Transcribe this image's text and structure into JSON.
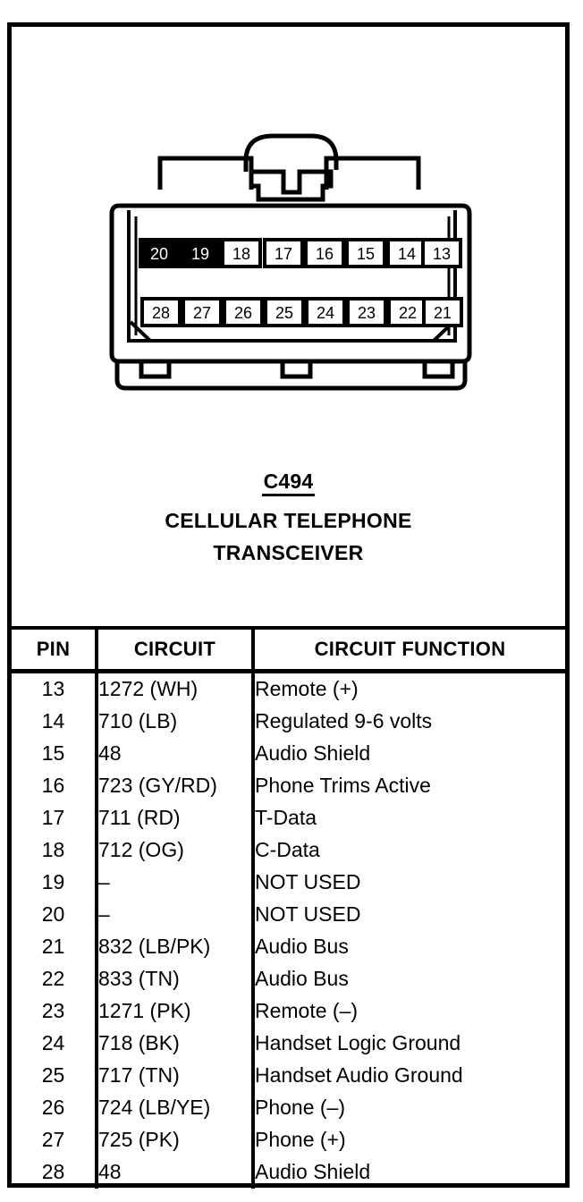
{
  "connector": {
    "name": "cellular-telephone-transceiver-connector",
    "id_label": "C494",
    "title_line1": "CELLULAR TELEPHONE",
    "title_line2": "TRANSCEIVER",
    "pins_top_row": [
      {
        "number": "20",
        "filled": true
      },
      {
        "number": "19",
        "filled": true
      },
      {
        "number": "18",
        "filled": false
      },
      {
        "number": "17",
        "filled": false
      },
      {
        "number": "16",
        "filled": false
      },
      {
        "number": "15",
        "filled": false
      },
      {
        "number": "14",
        "filled": false
      },
      {
        "number": "13",
        "filled": false
      }
    ],
    "pins_bottom_row": [
      {
        "number": "28",
        "filled": false
      },
      {
        "number": "27",
        "filled": false
      },
      {
        "number": "26",
        "filled": false
      },
      {
        "number": "25",
        "filled": false
      },
      {
        "number": "24",
        "filled": false
      },
      {
        "number": "23",
        "filled": false
      },
      {
        "number": "22",
        "filled": false
      },
      {
        "number": "21",
        "filled": false
      }
    ]
  },
  "table": {
    "headers": [
      "PIN",
      "CIRCUIT",
      "CIRCUIT FUNCTION"
    ],
    "rows": [
      {
        "pin": "13",
        "circuit": "1272 (WH)",
        "function": "Remote (+)"
      },
      {
        "pin": "14",
        "circuit": "710 (LB)",
        "function": "Regulated 9-6 volts"
      },
      {
        "pin": "15",
        "circuit": "48",
        "function": "Audio Shield"
      },
      {
        "pin": "16",
        "circuit": "723 (GY/RD)",
        "function": "Phone Trims Active"
      },
      {
        "pin": "17",
        "circuit": "711 (RD)",
        "function": "T-Data"
      },
      {
        "pin": "18",
        "circuit": "712 (OG)",
        "function": "C-Data"
      },
      {
        "pin": "19",
        "circuit": "–",
        "function": "NOT USED"
      },
      {
        "pin": "20",
        "circuit": "–",
        "function": "NOT USED"
      },
      {
        "pin": "21",
        "circuit": "832 (LB/PK)",
        "function": "Audio Bus"
      },
      {
        "pin": "22",
        "circuit": "833 (TN)",
        "function": "Audio Bus"
      },
      {
        "pin": "23",
        "circuit": "1271 (PK)",
        "function": "Remote (–)"
      },
      {
        "pin": "24",
        "circuit": "718 (BK)",
        "function": "Handset Logic Ground"
      },
      {
        "pin": "25",
        "circuit": "717 (TN)",
        "function": "Handset Audio Ground"
      },
      {
        "pin": "26",
        "circuit": "724 (LB/YE)",
        "function": "Phone (–)"
      },
      {
        "pin": "27",
        "circuit": "725 (PK)",
        "function": "Phone (+)"
      },
      {
        "pin": "28",
        "circuit": "48",
        "function": "Audio Shield"
      }
    ]
  },
  "colors": {
    "ink": "#000000",
    "paper": "#ffffff"
  }
}
